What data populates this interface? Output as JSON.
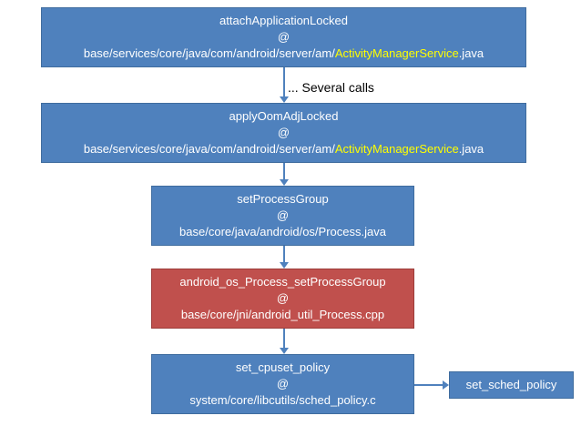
{
  "nodes": {
    "n1": {
      "func": "attachApplicationLocked",
      "at": "@",
      "path_prefix": "base/services/core/java/com/android/server/am/",
      "path_highlight": "ActivityManagerService",
      "path_suffix": ".java"
    },
    "n2": {
      "func": "applyOomAdjLocked",
      "at": "@",
      "path_prefix": "base/services/core/java/com/android/server/am/",
      "path_highlight": "ActivityManagerService",
      "path_suffix": ".java"
    },
    "n3": {
      "func": "setProcessGroup",
      "at": "@",
      "path": "base/core/java/android/os/Process.java"
    },
    "n4": {
      "func": "android_os_Process_setProcessGroup",
      "at": "@",
      "path": "base/core/jni/android_util_Process.cpp"
    },
    "n5": {
      "func": "set_cpuset_policy",
      "at": "@",
      "path": "system/core/libcutils/sched_policy.c"
    },
    "n6": {
      "func": "set_sched_policy"
    }
  },
  "edge_label": "... Several calls",
  "colors": {
    "blue": "#4f81bd",
    "red": "#c0504d",
    "highlight": "#ffff00"
  }
}
